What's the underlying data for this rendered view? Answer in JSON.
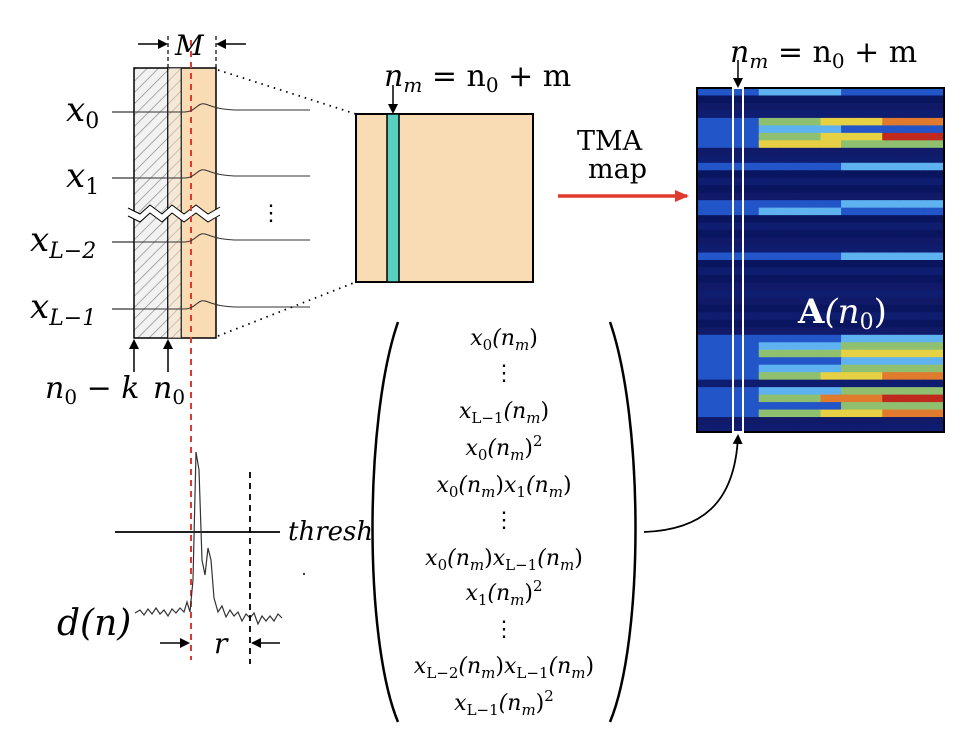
{
  "colors": {
    "peach": "#f9dcb3",
    "teal": "#58d0c0",
    "red": "#e03a2f",
    "heat_dark": "#0a1560",
    "heat_mid": "#2255c8",
    "heat_light": "#5fb2f0",
    "heat_green": "#8fc070",
    "heat_yellow": "#e6d044",
    "heat_orange": "#e07a2c",
    "heat_red": "#c0291e"
  },
  "labels": {
    "M": "M",
    "nm_top": "n",
    "nm_sub": "m",
    "nm_rest": " = n",
    "nm_zero": "0",
    "nm_plus": " + m",
    "x_prefix": "x",
    "x0_sub": "0",
    "x1_sub": "1",
    "xL2_sub": "L−2",
    "xL1_sub": "L−1",
    "vdots": "⋮",
    "n0k": "n",
    "n0k_sub": "0",
    "n0k_rest": " − k",
    "n0": "n",
    "n0_sub": "0",
    "tma": "TMA",
    "map": "map",
    "A_bold": "A",
    "A_rest": "(n",
    "A_sub": "0",
    "A_close": ")",
    "thresh": "thresh",
    "d_n": "d(n)",
    "r": "r"
  },
  "vector_entries": [
    {
      "main": "x",
      "sub": "0",
      "rest": "(n",
      "rsub": "m",
      "close": ")",
      "sup": ""
    },
    {
      "vdots": "⋮"
    },
    {
      "main": "x",
      "sub": "L−1",
      "rest": "(n",
      "rsub": "m",
      "close": ")",
      "sup": ""
    },
    {
      "main": "x",
      "sub": "0",
      "rest": "(n",
      "rsub": "m",
      "close": ")",
      "sup": "2"
    },
    {
      "text": "x0(nm)x1(nm)"
    },
    {
      "vdots": "⋮"
    },
    {
      "text": "x0(nm)xL−1(nm)"
    },
    {
      "main": "x",
      "sub": "1",
      "rest": "(n",
      "rsub": "m",
      "close": ")",
      "sup": "2"
    },
    {
      "vdots": "⋮"
    },
    {
      "text": "xL−2(nm)xL−1(nm)"
    },
    {
      "main": "x",
      "sub": "L−1",
      "rest": "(n",
      "rsub": "m",
      "close": ")",
      "sup": "2"
    }
  ]
}
